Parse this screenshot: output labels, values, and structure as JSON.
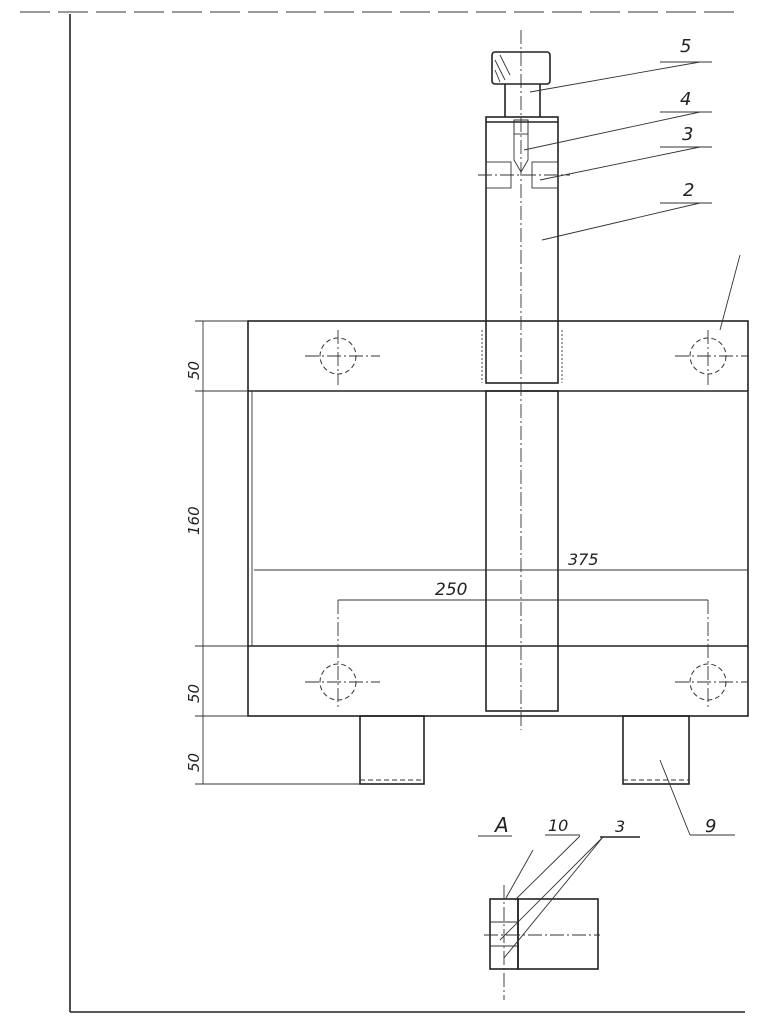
{
  "drawing": {
    "section_label": "A",
    "part_labels": {
      "p5": "5",
      "p4": "4",
      "p3": "3",
      "p2": "2",
      "p9": "9",
      "p10": "10",
      "p3b": "3"
    },
    "dimensions": {
      "top_band": "50",
      "middle": "160",
      "bottom_band": "50",
      "feet": "50",
      "width_375": "375",
      "hole_spacing": "250"
    }
  }
}
